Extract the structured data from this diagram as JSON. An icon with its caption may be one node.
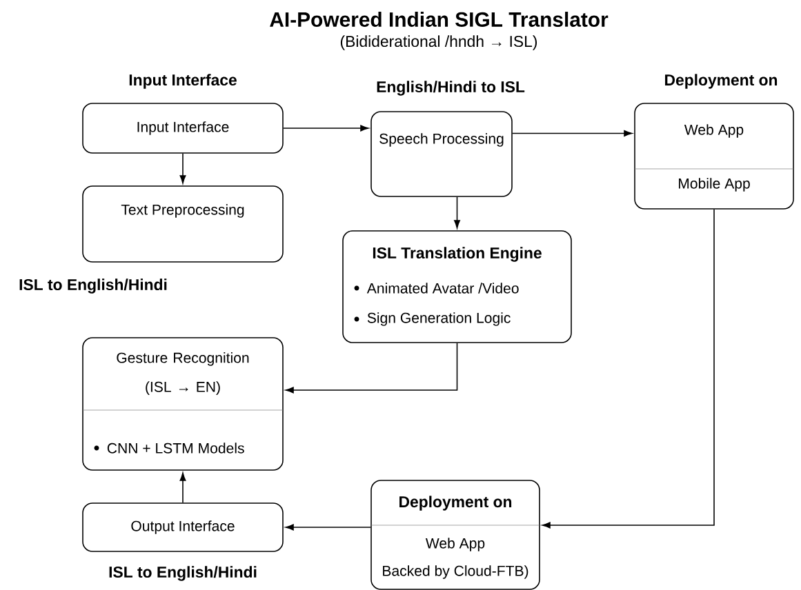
{
  "diagram": {
    "title": "AI-Powered Indian SIGL Translator",
    "nodes": [
      {
        "text": [
          "Input Interface"
        ]
      },
      {
        "text": [
          "Text Preprocessing"
        ]
      },
      {
        "text": [
          "Speech Processing"
        ]
      },
      {
        "text": [
          "Web App",
          "Mobile App"
        ]
      },
      {
        "text": [
          "ISL Translation Engine",
          "Animated Avatar /Video",
          "Sign Generation Logic"
        ]
      },
      {
        "text": [
          "Gesture Recognition (ISL → EN)",
          "CNN + LSTM Models"
        ]
      },
      {
        "text": [
          "Output Interface"
        ]
      },
      {
        "text": [
          "Deployment on",
          "Web App",
          "Backed by Cloud-FTB)"
        ]
      }
    ],
    "edges": [
      {
        "from": 0,
        "to": 2,
        "arrow": "to"
      },
      {
        "from": 0,
        "to": 1,
        "arrow": "to"
      },
      {
        "from": 2,
        "to": 3,
        "arrow": "to"
      },
      {
        "from": 2,
        "to": 4,
        "arrow": "to"
      },
      {
        "from": 4,
        "to": 5,
        "arrow": "to"
      },
      {
        "from": 3,
        "to": 7,
        "arrow": "to"
      },
      {
        "from": 7,
        "to": 6,
        "arrow": "to"
      },
      {
        "from": 6,
        "to": 5,
        "arrow": "to"
      }
    ],
    "labels": [
      "(Bididerational /hndh → ISL)",
      "Input Interface",
      "English/Hindi to ISL",
      "Deployment on",
      "ISL to English/Hindi",
      "ISL to English/Hindi"
    ]
  }
}
